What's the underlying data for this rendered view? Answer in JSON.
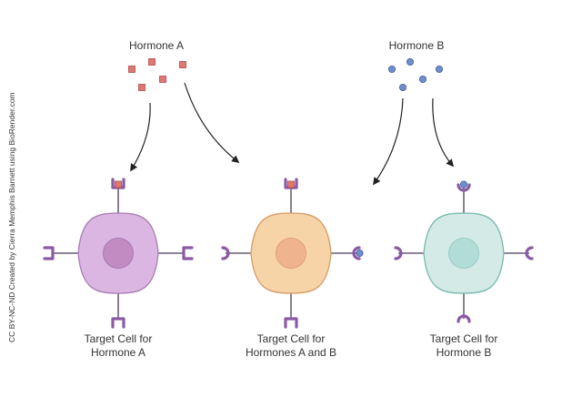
{
  "credit": "CC BY-NC-ND Created by Cierra Memphis Barnett using BioRender.com",
  "colors": {
    "hormone_a": "#e07872",
    "hormone_a_stroke": "#b04848",
    "hormone_b": "#6f8fcc",
    "hormone_b_stroke": "#3f5c9e",
    "receptor": "#8a5aa5",
    "stalk": "#4a3a5a",
    "arrow": "#222222"
  },
  "hormones": [
    {
      "id": "a",
      "label": "Hormone A",
      "shape": "square"
    },
    {
      "id": "b",
      "label": "Hormone B",
      "shape": "circle"
    }
  ],
  "cells": [
    {
      "id": "cell-a",
      "caption_lines": [
        "Target Cell for",
        "Hormone A"
      ],
      "fill": "#dbb6e2",
      "stroke": "#a77db3",
      "nucleus_fill": "#c08cc2",
      "nucleus_stroke": "#a070a8",
      "receptors": {
        "top": "cup",
        "right": "cup",
        "bottom": "cup",
        "left": "cup"
      },
      "bound": {
        "top": "a"
      }
    },
    {
      "id": "cell-ab",
      "caption_lines": [
        "Target Cell for",
        "Hormones A and B"
      ],
      "fill": "#f7d3a8",
      "stroke": "#d59a64",
      "nucleus_fill": "#efb38e",
      "nucleus_stroke": "#d99874",
      "receptors": {
        "top": "cup",
        "right": "round",
        "bottom": "cup",
        "left": "round"
      },
      "bound": {
        "top": "a",
        "right": "b"
      }
    },
    {
      "id": "cell-b",
      "caption_lines": [
        "Target Cell for",
        "Hormone B"
      ],
      "fill": "#d3eae6",
      "stroke": "#75b8ad",
      "nucleus_fill": "#b2dcd6",
      "nucleus_stroke": "#90c7bf",
      "receptors": {
        "top": "round",
        "right": "round",
        "bottom": "round",
        "left": "round"
      },
      "bound": {
        "top": "b"
      }
    }
  ]
}
